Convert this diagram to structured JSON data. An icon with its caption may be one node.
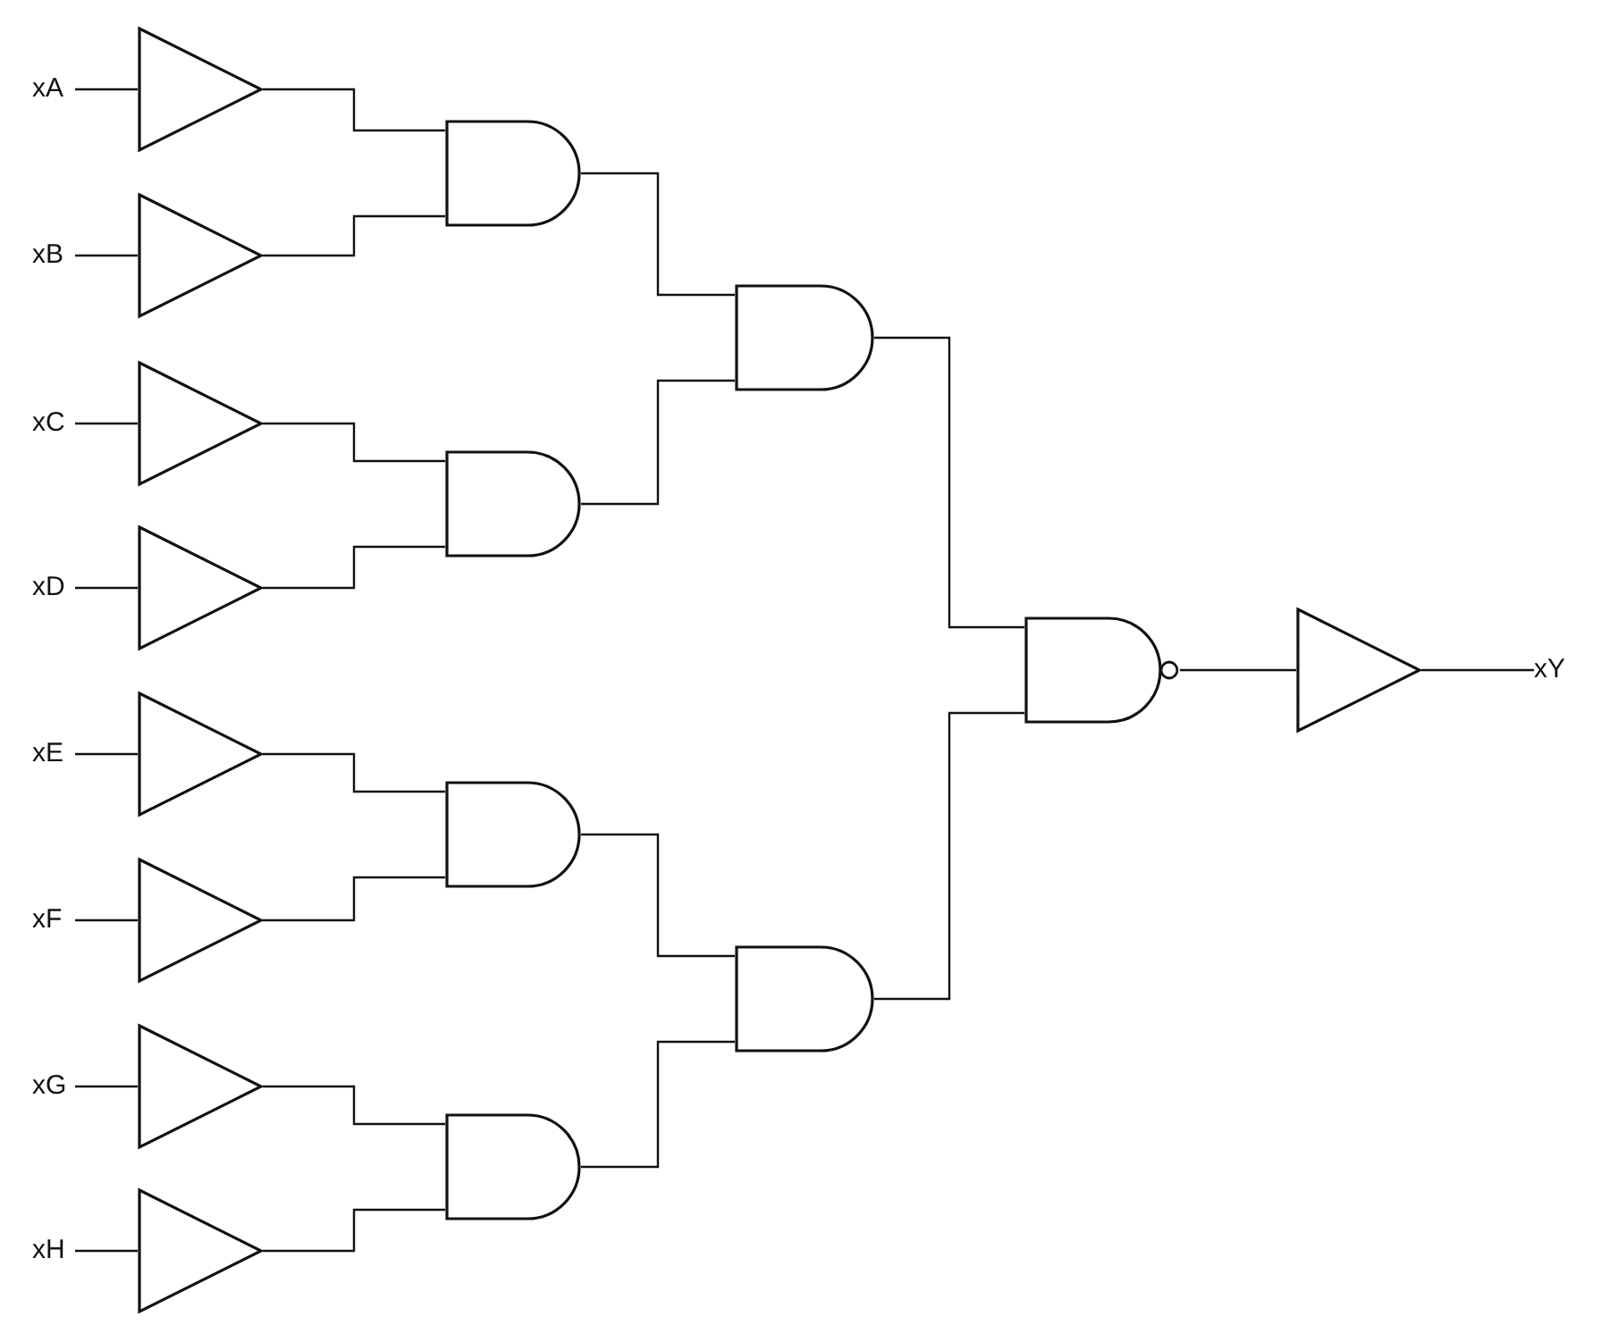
{
  "diagram": {
    "nodes": [
      {
        "text": [
          "xA"
        ]
      },
      {
        "text": [
          "xB"
        ]
      },
      {
        "text": [
          "xC"
        ]
      },
      {
        "text": [
          "xD"
        ]
      },
      {
        "text": [
          "xE"
        ]
      },
      {
        "text": [
          "xF"
        ]
      },
      {
        "text": [
          "xG"
        ]
      },
      {
        "text": [
          "xH"
        ]
      },
      {
        "text": [],
        "shape": "triangle"
      },
      {
        "text": [],
        "shape": "triangle"
      },
      {
        "text": [],
        "shape": "triangle"
      },
      {
        "text": [],
        "shape": "triangle"
      },
      {
        "text": [],
        "shape": "triangle"
      },
      {
        "text": [],
        "shape": "triangle"
      },
      {
        "text": [],
        "shape": "triangle"
      },
      {
        "text": [],
        "shape": "triangle"
      },
      {
        "text": [],
        "shape": "and"
      },
      {
        "text": [],
        "shape": "and"
      },
      {
        "text": [],
        "shape": "and"
      },
      {
        "text": [],
        "shape": "and"
      },
      {
        "text": [],
        "shape": "and"
      },
      {
        "text": [],
        "shape": "and"
      },
      {
        "text": [],
        "shape": "nand"
      },
      {
        "text": [],
        "shape": "triangle"
      },
      {
        "text": [
          "xY"
        ]
      }
    ],
    "edges": [
      {
        "from": 0,
        "to": 8,
        "arrow": "none"
      },
      {
        "from": 1,
        "to": 9,
        "arrow": "none"
      },
      {
        "from": 2,
        "to": 10,
        "arrow": "none"
      },
      {
        "from": 3,
        "to": 11,
        "arrow": "none"
      },
      {
        "from": 4,
        "to": 12,
        "arrow": "none"
      },
      {
        "from": 5,
        "to": 13,
        "arrow": "none"
      },
      {
        "from": 6,
        "to": 14,
        "arrow": "none"
      },
      {
        "from": 7,
        "to": 15,
        "arrow": "none"
      },
      {
        "from": 8,
        "to": 16,
        "arrow": "none"
      },
      {
        "from": 9,
        "to": 16,
        "arrow": "none"
      },
      {
        "from": 10,
        "to": 17,
        "arrow": "none"
      },
      {
        "from": 11,
        "to": 17,
        "arrow": "none"
      },
      {
        "from": 12,
        "to": 18,
        "arrow": "none"
      },
      {
        "from": 13,
        "to": 18,
        "arrow": "none"
      },
      {
        "from": 14,
        "to": 19,
        "arrow": "none"
      },
      {
        "from": 15,
        "to": 19,
        "arrow": "none"
      },
      {
        "from": 16,
        "to": 20,
        "arrow": "none"
      },
      {
        "from": 17,
        "to": 20,
        "arrow": "none"
      },
      {
        "from": 18,
        "to": 21,
        "arrow": "none"
      },
      {
        "from": 19,
        "to": 21,
        "arrow": "none"
      },
      {
        "from": 20,
        "to": 22,
        "arrow": "none"
      },
      {
        "from": 21,
        "to": 22,
        "arrow": "none"
      },
      {
        "from": 22,
        "to": 23,
        "arrow": "none"
      },
      {
        "from": 23,
        "to": 24,
        "arrow": "none"
      }
    ]
  }
}
